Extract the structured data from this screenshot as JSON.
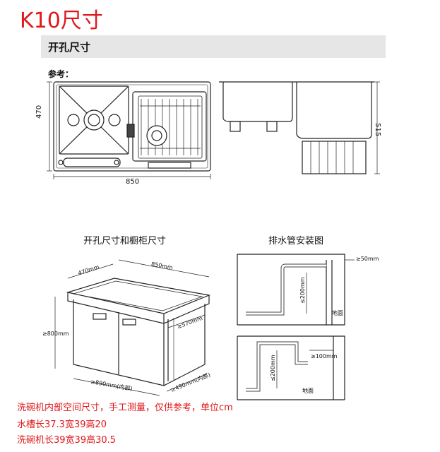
{
  "header": {
    "model_title": "K10尺寸"
  },
  "section": {
    "title": "开孔尺寸"
  },
  "reference": {
    "label": "参考："
  },
  "top_view": {
    "width_dim": "850",
    "depth_dim": "470"
  },
  "side_view": {
    "height_dim": "515"
  },
  "cabinet": {
    "caption": "开孔尺寸和橱柜尺寸",
    "dim_470": "470mm",
    "dim_850": "850mm",
    "dim_570": "≥570mm",
    "dim_800": "≥800mm",
    "dim_890": "≥890mm(内部)",
    "dim_490": "≥490mm(内部)"
  },
  "drain": {
    "caption": "排水管安装图",
    "dim_50": "≥50mm",
    "dim_200_top": "≤200mm",
    "dim_200_bottom": "≤200mm",
    "dim_100": "≥100mm",
    "floor_top": "地面",
    "floor_bottom": "地面"
  },
  "notes": {
    "line1": "洗碗机内部空间尺寸，手工测量，仅供参考，单位cm",
    "line2": "水槽长37.3宽39高20",
    "line3": "洗碗机长39宽39高30.5"
  }
}
